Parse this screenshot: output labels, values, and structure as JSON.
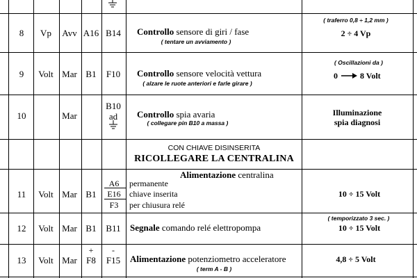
{
  "rows": [
    {
      "num": "8",
      "unit": "Vp",
      "cond": "Avv",
      "pin1": "A16",
      "pin2": "B14",
      "desc_bold": "Controllo",
      "desc_rest": " sensore di giri / fase",
      "note": "( tentare un avviamento )",
      "value_note": "( traferro 0,8 ÷ 1,2 mm )",
      "value": "2  ÷  4  Vp"
    },
    {
      "num": "9",
      "unit": "Volt",
      "cond": "Mar",
      "pin1": "B1",
      "pin2": "F10",
      "desc_bold": "Controllo",
      "desc_rest": " sensore velocità vettura",
      "note": "( alzare le ruote anteriori e farle girare )",
      "value_note": "( Oscillazioni da )",
      "value_from": "0",
      "value_to": "8 Volt"
    },
    {
      "num": "10",
      "cond": "Mar",
      "pin2_top": "B10",
      "pin2_bottom": "ad",
      "desc_bold": "Controllo",
      "desc_rest": " spia avaria",
      "note": "( collegare pin B10 a massa )",
      "value_line1": "Illuminazione",
      "value_line2": "spia diagnosi"
    },
    {
      "header_small": "CON CHIAVE DISINSERITA",
      "header_big": "RICOLLEGARE LA CENTRALINA"
    },
    {
      "num": "11",
      "unit": "Volt",
      "cond": "Mar",
      "pin1": "B1",
      "desc_bold": "Alimentazione",
      "desc_rest": " centralina",
      "sub": [
        {
          "pin": "A6",
          "label": "permanente"
        },
        {
          "pin": "E16",
          "label": "chiave inserita"
        },
        {
          "pin": "F3",
          "label": "per chiusura relé"
        }
      ],
      "value": "10  ÷  15  Volt"
    },
    {
      "num": "12",
      "unit": "Volt",
      "cond": "Mar",
      "pin1": "B1",
      "pin2": "B11",
      "desc_bold": "Segnale",
      "desc_rest": " comando relé elettropompa",
      "value_note": "( temporizzato 3 sec. )",
      "value": "10  ÷  15  Volt"
    },
    {
      "num": "13",
      "unit": "Volt",
      "cond": "Mar",
      "pin1_sign": "+",
      "pin1": "F8",
      "pin2_sign": "-",
      "pin2": "F15",
      "desc_bold": "Alimentazione",
      "desc_rest": " potenziometro acceleratore",
      "note": "( term A - B )",
      "value": "4,8  ÷  5 Volt"
    }
  ]
}
